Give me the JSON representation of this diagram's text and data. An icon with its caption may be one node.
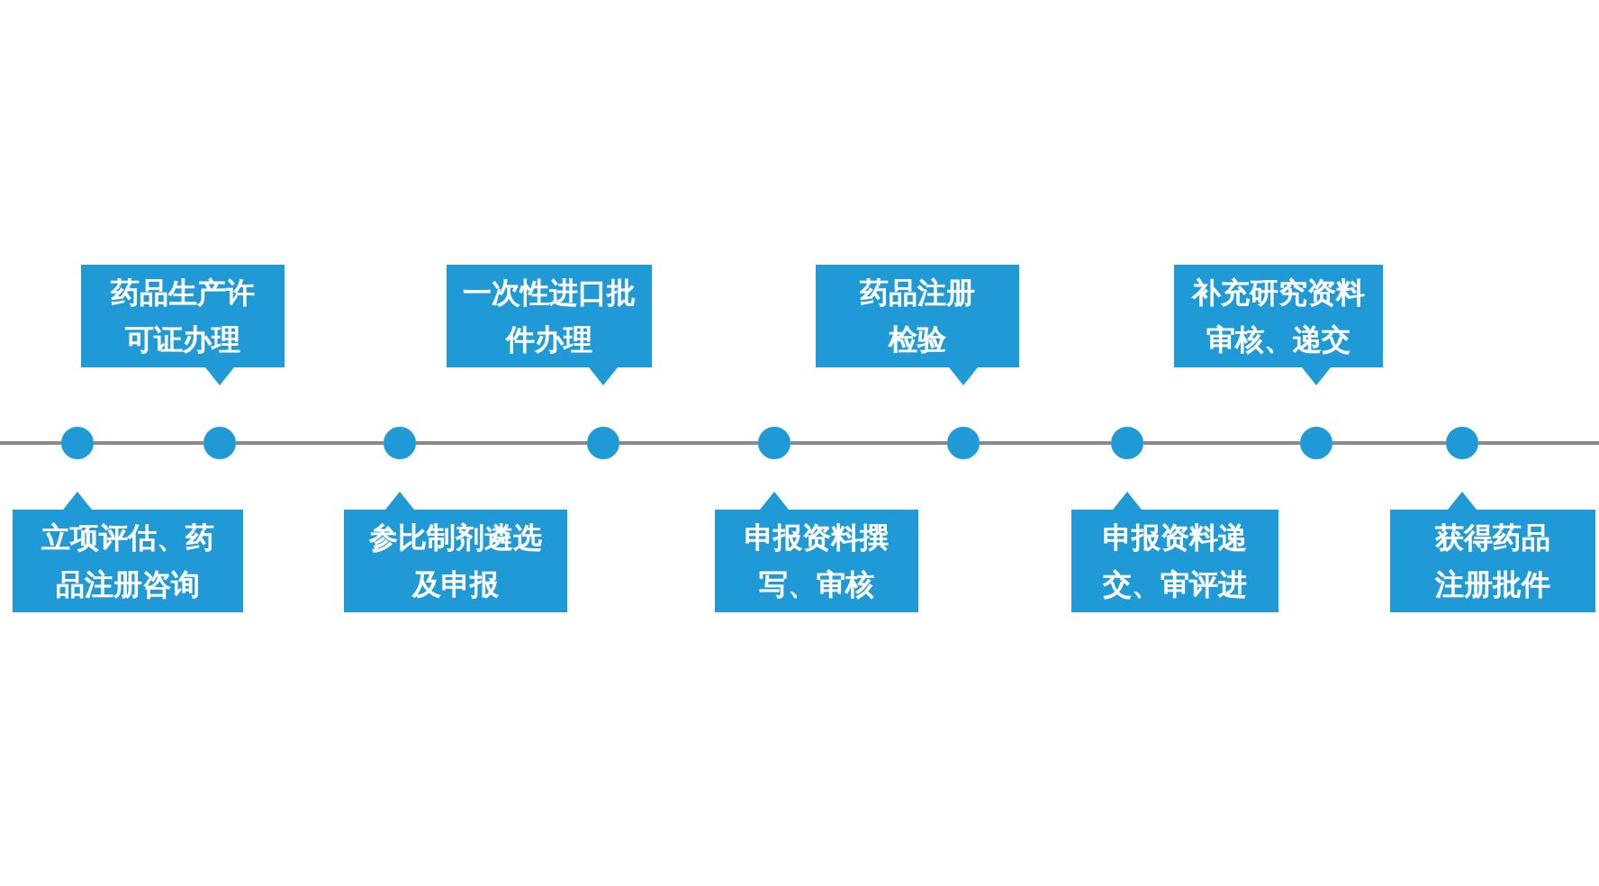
{
  "diagram": {
    "nodes": [
      {
        "text": [
          "立项评估、药品注册咨询"
        ]
      },
      {
        "text": [
          "药品生产许可证办理"
        ]
      },
      {
        "text": [
          "参比制剂遴选及申报"
        ]
      },
      {
        "text": [
          "一次性进口批件办理"
        ]
      },
      {
        "text": [
          "申报资料撰写、审核"
        ]
      },
      {
        "text": [
          "药品注册检验"
        ]
      },
      {
        "text": [
          "申报资料递交、审评进"
        ]
      },
      {
        "text": [
          "补充研究资料审核、递交"
        ]
      },
      {
        "text": [
          "获得药品注册批件"
        ]
      },
      {
        "text": [],
        "shape": "circle"
      },
      {
        "text": [],
        "shape": "circle"
      },
      {
        "text": [],
        "shape": "circle"
      },
      {
        "text": [],
        "shape": "circle"
      },
      {
        "text": [],
        "shape": "circle"
      },
      {
        "text": [],
        "shape": "circle"
      },
      {
        "text": [],
        "shape": "circle"
      },
      {
        "text": [],
        "shape": "circle"
      },
      {
        "text": [],
        "shape": "circle"
      }
    ],
    "edges": [
      {
        "from": null,
        "to": 9,
        "arrow": "none"
      },
      {
        "from": 9,
        "to": 10,
        "arrow": "none"
      },
      {
        "from": 10,
        "to": 11,
        "arrow": "none"
      },
      {
        "from": 11,
        "to": 12,
        "arrow": "none"
      },
      {
        "from": 12,
        "to": 13,
        "arrow": "none"
      },
      {
        "from": 13,
        "to": 14,
        "arrow": "none"
      },
      {
        "from": 14,
        "to": 15,
        "arrow": "none"
      },
      {
        "from": 15,
        "to": 16,
        "arrow": "none"
      },
      {
        "from": 16,
        "to": 17,
        "arrow": "none"
      },
      {
        "from": 17,
        "to": null,
        "arrow": "none"
      }
    ]
  }
}
